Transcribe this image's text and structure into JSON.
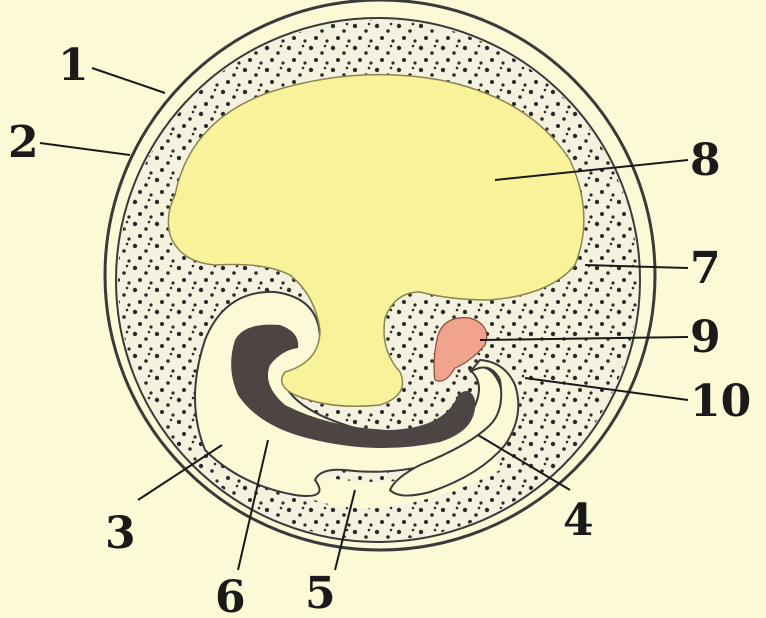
{
  "colors": {
    "background": "#fbf9d6",
    "stipple_fill": "#f4f1df",
    "stipple_dots": "#2a2a2a",
    "yolk": "#f8f29b",
    "dark_band": "#4d4544",
    "red_spot": "#f0a48e",
    "outline": "#3a3a3a"
  },
  "labels": {
    "l1": "1",
    "l2": "2",
    "l3": "3",
    "l4": "4",
    "l5": "5",
    "l6": "6",
    "l7": "7",
    "l8": "8",
    "l9": "9",
    "l10": "10"
  }
}
